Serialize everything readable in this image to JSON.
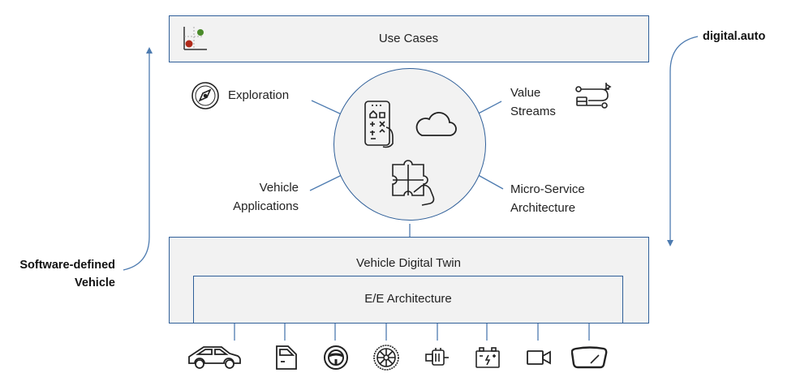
{
  "top_bar": {
    "label": "Use Cases"
  },
  "hub": {
    "left_top": "Exploration",
    "left_bottom": [
      "Vehicle",
      "Applications"
    ],
    "right_top": [
      "Value",
      "Streams"
    ],
    "right_bottom": [
      "Micro-Service",
      "Architecture"
    ]
  },
  "bottom": {
    "twin_label": "Vehicle Digital Twin",
    "ee_label": "E/E Architecture"
  },
  "side": {
    "right_label": "digital.auto",
    "left_label": [
      "Software-defined",
      "Vehicle"
    ]
  },
  "components": [
    {
      "icon": "car-body-icon"
    },
    {
      "icon": "car-door-icon"
    },
    {
      "icon": "steering-wheel-icon"
    },
    {
      "icon": "wheel-icon"
    },
    {
      "icon": "motor-icon"
    },
    {
      "icon": "battery-icon"
    },
    {
      "icon": "camera-icon"
    },
    {
      "icon": "windshield-icon"
    }
  ],
  "colors": {
    "border": "#2f5f99",
    "panel": "#f2f2f2",
    "dot_green": "#4a8a2a",
    "dot_red": "#b02a1a"
  }
}
